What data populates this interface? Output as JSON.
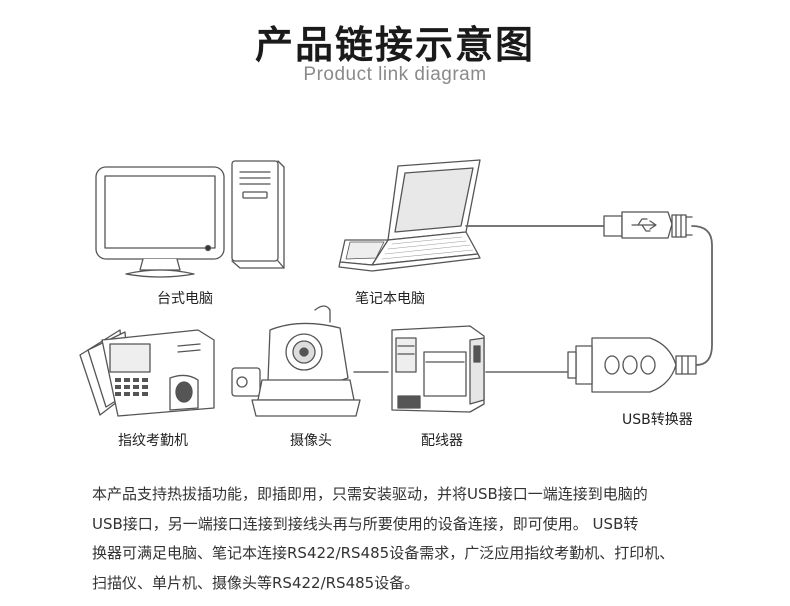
{
  "title": "产品链接示意图",
  "subtitle": "Product link diagram",
  "devices": {
    "desktop": "台式电脑",
    "laptop": "笔记本电脑",
    "attendance": "指纹考勤机",
    "camera": "摄像头",
    "distribution": "配线器",
    "usb_converter": "USB转换器"
  },
  "description": [
    "本产品支持热拔插功能，即插即用，只需安装驱动，并将USB接口一端连接到电脑的",
    "USB接口，另一端接口连接到接线头再与所要使用的设备连接，即可使用。 USB转",
    "换器可满足电脑、笔记本连接RS422/RS485设备需求，广泛应用指纹考勤机、打印机、",
    "扫描仪、单片机、摄像头等RS422/RS485设备。"
  ]
}
